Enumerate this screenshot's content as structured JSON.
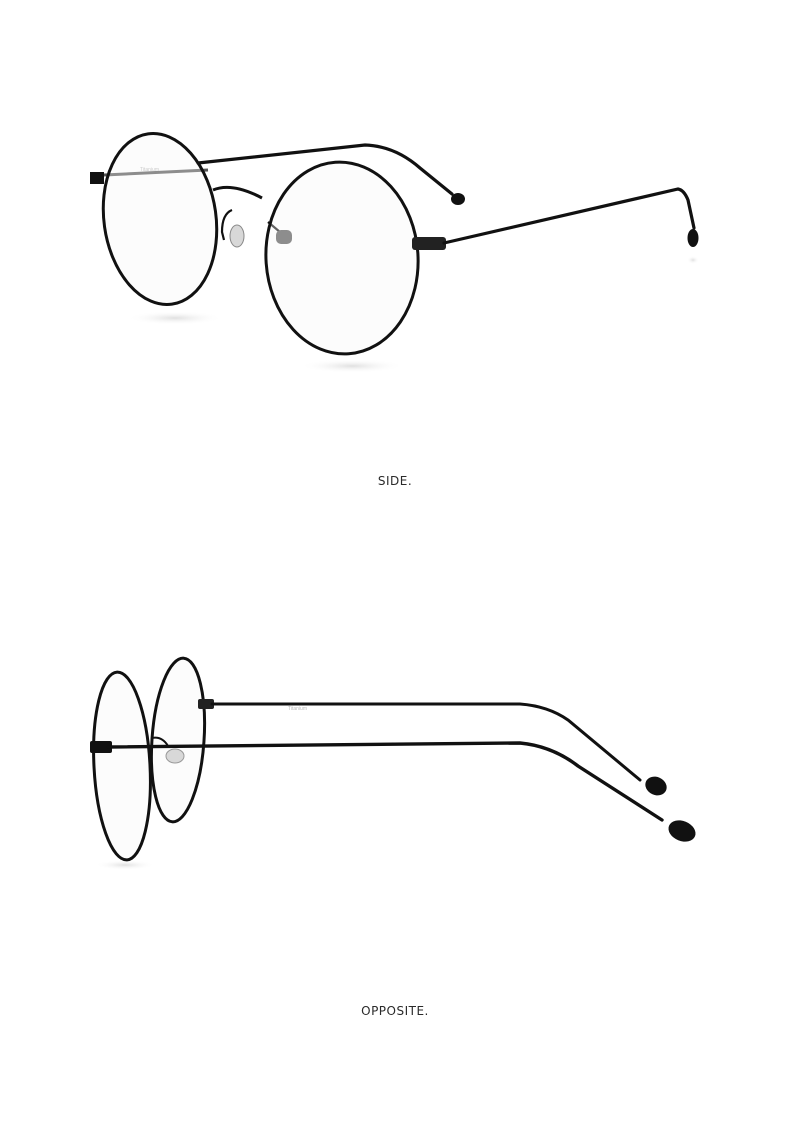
{
  "views": [
    {
      "caption": "SIDE.",
      "temple_imprint": "Titanium"
    },
    {
      "caption": "OPPOSITE.",
      "temple_imprint": "Titanium"
    }
  ],
  "colors": {
    "background": "#ffffff",
    "frame": "#111111",
    "caption": "#2a2a2a"
  }
}
